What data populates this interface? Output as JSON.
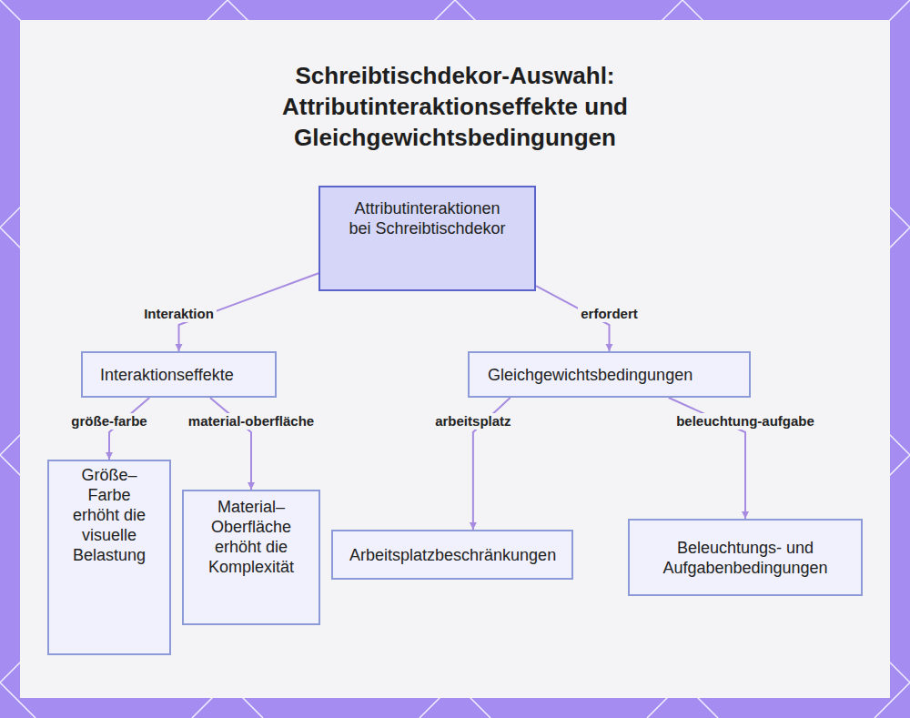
{
  "diagram": {
    "title": "Schreibtischdekor-Auswahl: Attributinteraktionseffekte und Gleichgewichtsbedingungen",
    "nodes": [
      {
        "text": [
          "Attributinteraktionen bei Schreibtischdekor"
        ]
      },
      {
        "text": [
          "Interaktionseffekte"
        ]
      },
      {
        "text": [
          "Gleichgewichtsbedingungen"
        ]
      },
      {
        "text": [
          "Größe–Farbe erhöht die visuelle Belastung"
        ]
      },
      {
        "text": [
          "Material–Oberfläche erhöht die Komplexität"
        ]
      },
      {
        "text": [
          "Arbeitsplatzbeschränkungen"
        ]
      },
      {
        "text": [
          "Beleuchtungs- und Aufgabenbedingungen"
        ]
      }
    ],
    "edges": [
      {
        "from": 0,
        "to": 1,
        "label": "Interaktion",
        "arrow": "to"
      },
      {
        "from": 0,
        "to": 2,
        "label": "erfordert",
        "arrow": "to"
      },
      {
        "from": 1,
        "to": 3,
        "label": "größe-farbe",
        "arrow": "to"
      },
      {
        "from": 1,
        "to": 4,
        "label": "material-oberfläche",
        "arrow": "to"
      },
      {
        "from": 2,
        "to": 5,
        "label": "arbeitsplatz",
        "arrow": "to"
      },
      {
        "from": 2,
        "to": 6,
        "label": "beleuchtung-aufgabe",
        "arrow": "to"
      }
    ]
  }
}
